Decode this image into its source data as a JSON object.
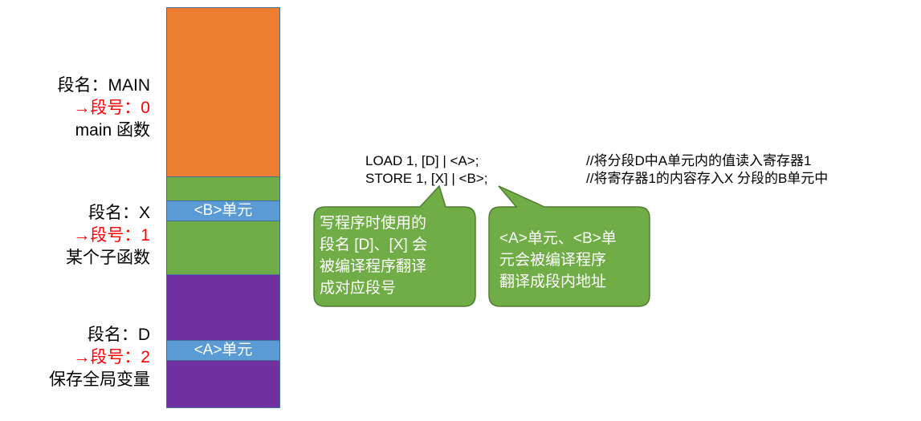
{
  "segments": [
    {
      "name_line": "段名：MAIN",
      "number_line": "→段号：0",
      "desc_line": "main 函数",
      "color": "#ed7d31"
    },
    {
      "name_line": "段名：X",
      "number_line": "→段号：1",
      "desc_line": "某个子函数",
      "color": "#70ad47"
    },
    {
      "name_line": "段名：D",
      "number_line": "→段号：2",
      "desc_line": "保存全局变量",
      "color": "#7030a0"
    }
  ],
  "units": {
    "b_unit": "<B>单元",
    "a_unit": "<A>单元"
  },
  "code": {
    "line1": "LOAD 1, [D] | <A>;",
    "line1_comment": "//将分段D中A单元内的值读入寄存器1",
    "line2": "STORE 1, [X] | <B>;",
    "line2_comment": "//将寄存器1的内容存入X 分段的B单元中"
  },
  "callouts": {
    "left": [
      "写程序时使用的",
      "段名 [D]、[X] 会",
      "被编译程序翻译",
      "成对应段号"
    ],
    "right": [
      "<A>单元、<B>单",
      "元会被编译程序",
      "翻译成段内地址"
    ],
    "fill": "#70ad47",
    "border": "#507e32"
  }
}
